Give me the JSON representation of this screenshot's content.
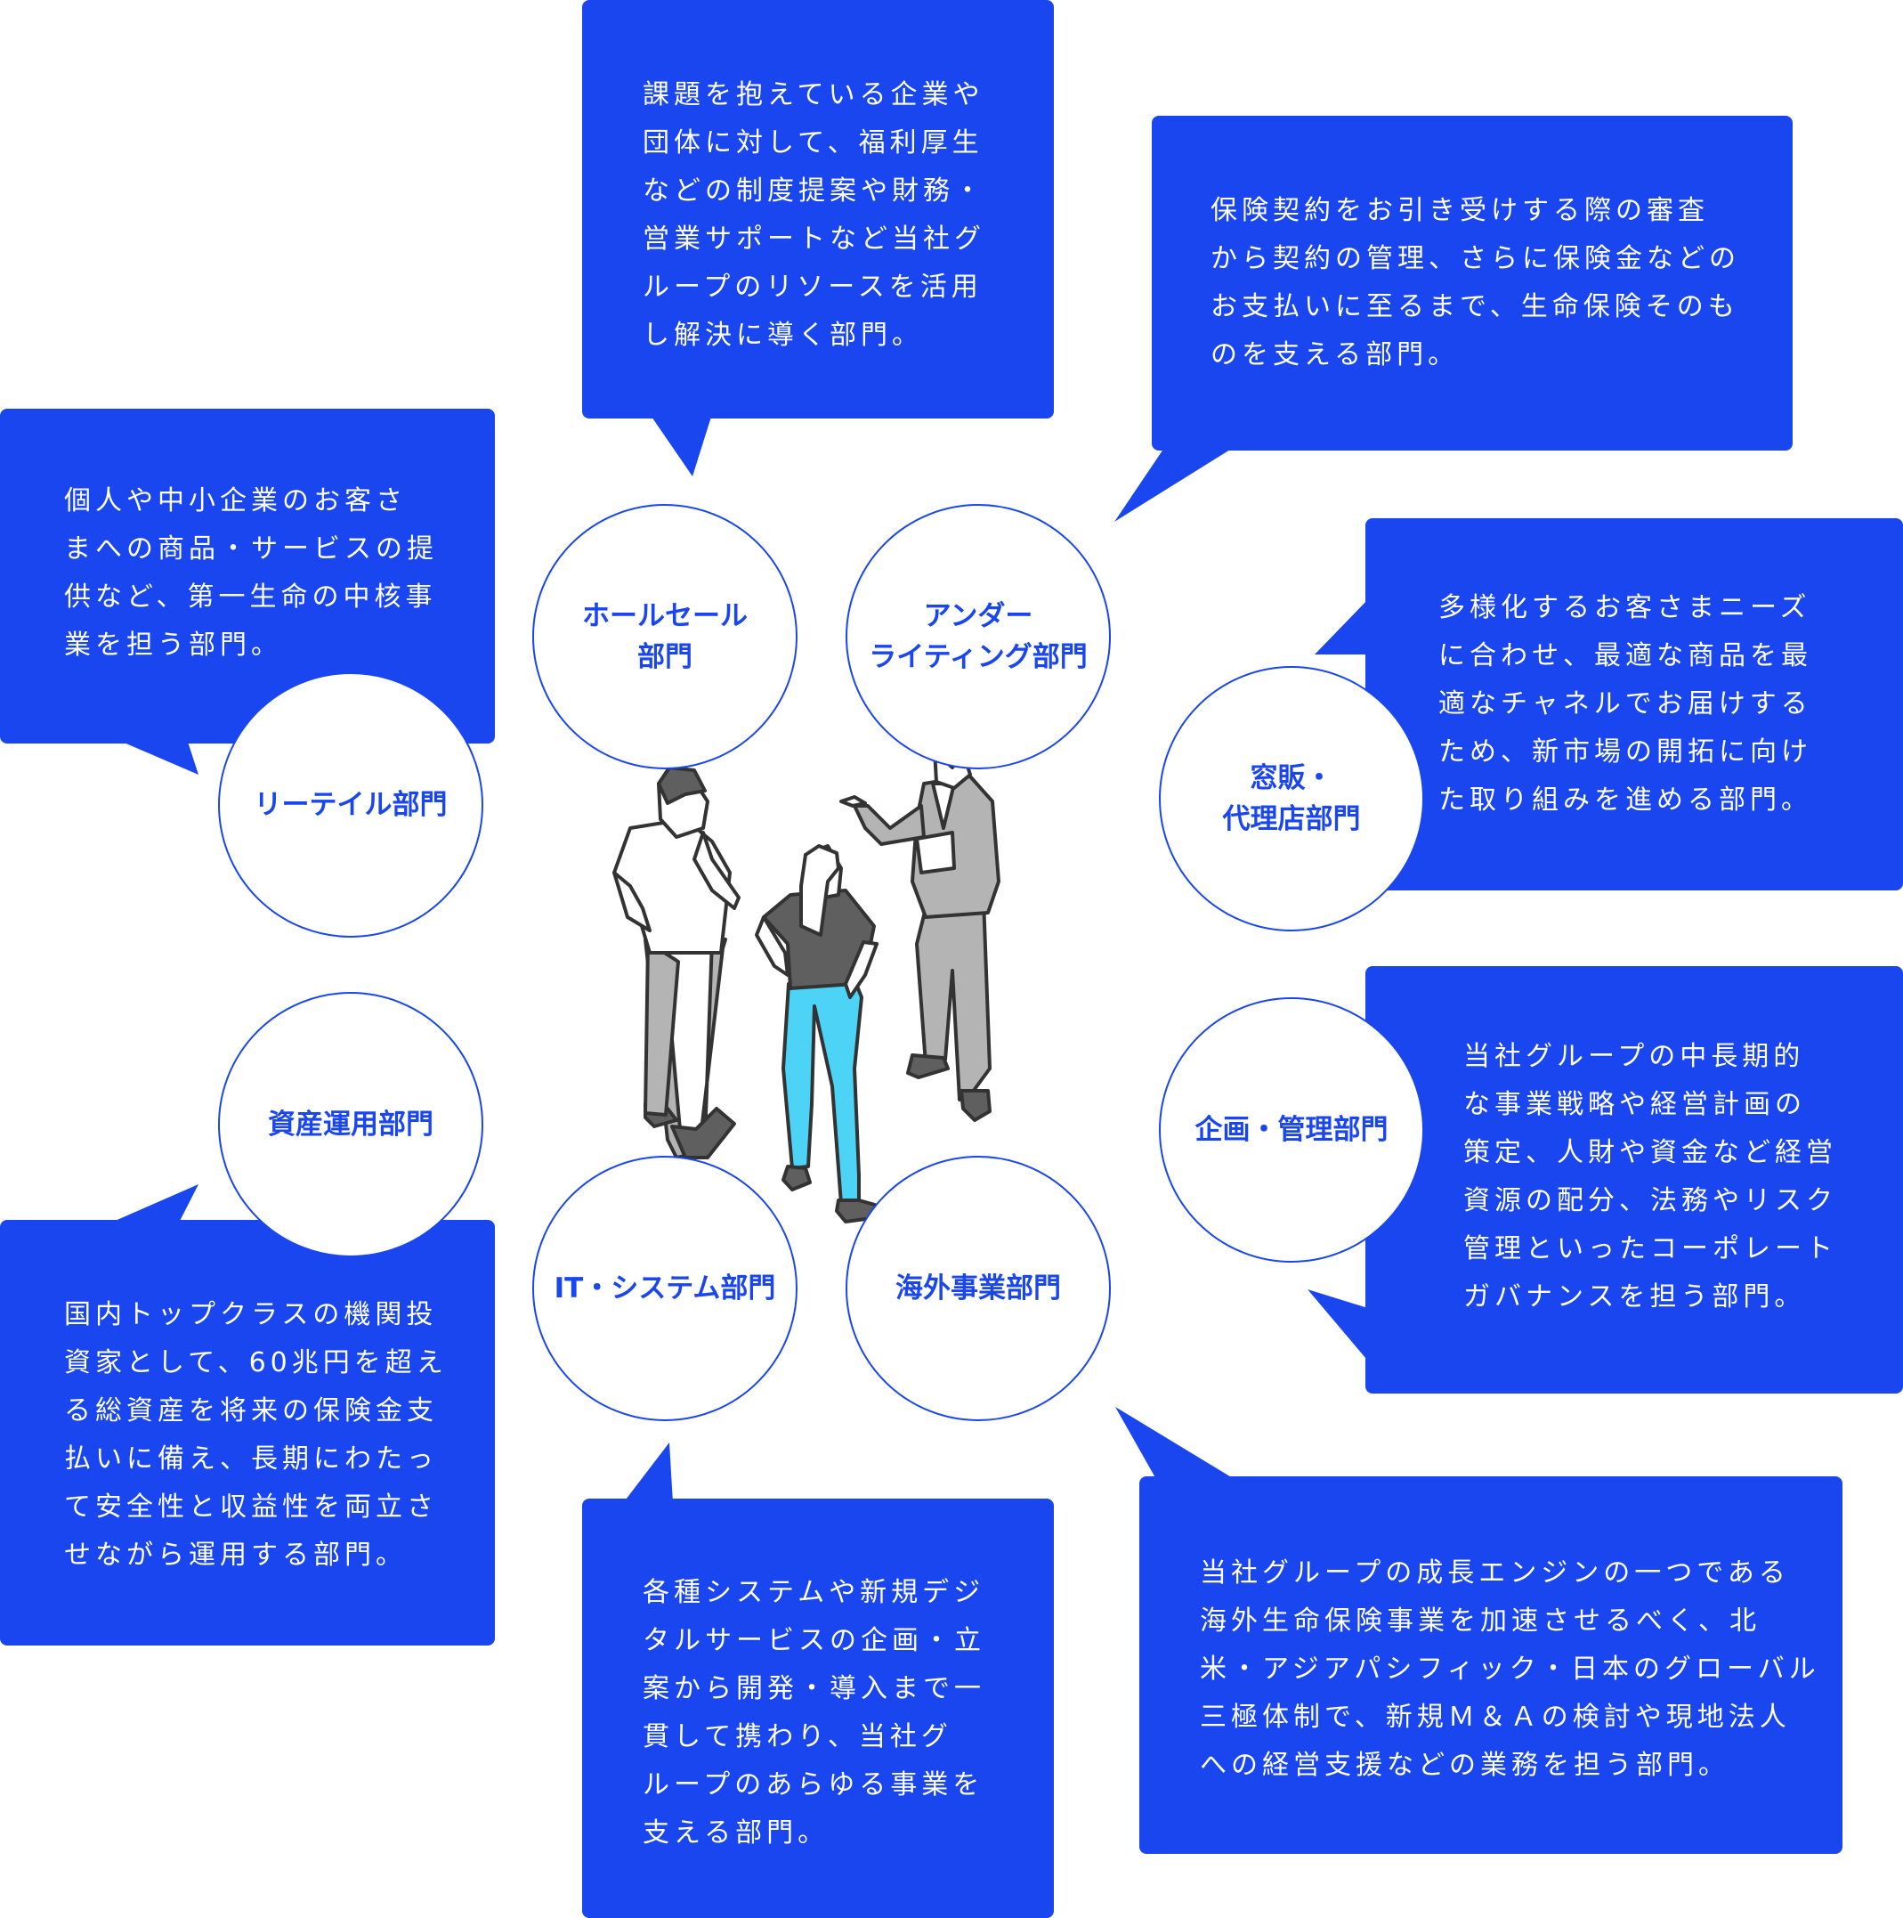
{
  "colors": {
    "bubble": "#1a46f0",
    "circle_border": "#1a46f0",
    "label_text": "#1a46f0",
    "bubble_text": "#ffffff",
    "figure_outline": "#333333",
    "figure_gray": "#b4b4b4",
    "figure_jeans": "#4cd3f5",
    "figure_hair": "#5f5f5f"
  },
  "departments": [
    {
      "id": "wholesale",
      "label": "ホールセール\n部門",
      "description": "課題を抱えている企業や\n団体に対して、福利厚生\nなどの制度提案や財務・\n営業サポートなど当社グ\nループのリソースを活用\nし解決に導く部門。"
    },
    {
      "id": "underwriting",
      "label": "アンダー\nライティング部門",
      "description": "保険契約をお引き受けする際の審査\nから契約の管理、さらに保険金などの\nお支払いに至るまで、生命保険そのも\nのを支える部門。"
    },
    {
      "id": "retail",
      "label": "リーテイル部門",
      "description": "個人や中小企業のお客さ\nまへの商品・サービスの提\n供など、第一生命の中核事\n業を担う部門。"
    },
    {
      "id": "agency",
      "label": "窓販・\n代理店部門",
      "description": "多様化するお客さまニーズ\nに合わせ、最適な商品を最\n適なチャネルでお届けする\nため、新市場の開拓に向け\nた取り組みを進める部門。"
    },
    {
      "id": "asset",
      "label": "資産運用部門",
      "description": "国内トップクラスの機関投\n資家として、60兆円を超え\nる総資産を将来の保険金支\n払いに備え、長期にわたっ\nて安全性と収益性を両立さ\nせながら運用する部門。"
    },
    {
      "id": "planning",
      "label": "企画・管理部門",
      "description": "当社グループの中長期的\nな事業戦略や経営計画の\n策定、人財や資金など経営\n資源の配分、法務やリスク\n管理といったコーポレート\nガバナンスを担う部門。"
    },
    {
      "id": "it",
      "label": "IT・システム部門",
      "description": "各種システムや新規デジ\nタルサービスの企画・立\n案から開発・導入まで一\n貫して携わり、当社グ\nループのあらゆる事業を\n支える部門。"
    },
    {
      "id": "overseas",
      "label": "海外事業部門",
      "description": "当社グループの成長エンジンの一つである\n海外生命保険事業を加速させるべく、北\n米・アジアパシフィック・日本のグローバル\n三極体制で、新規Ｍ＆Ａの検討や現地法人\nへの経営支援などの業務を担う部門。"
    }
  ]
}
